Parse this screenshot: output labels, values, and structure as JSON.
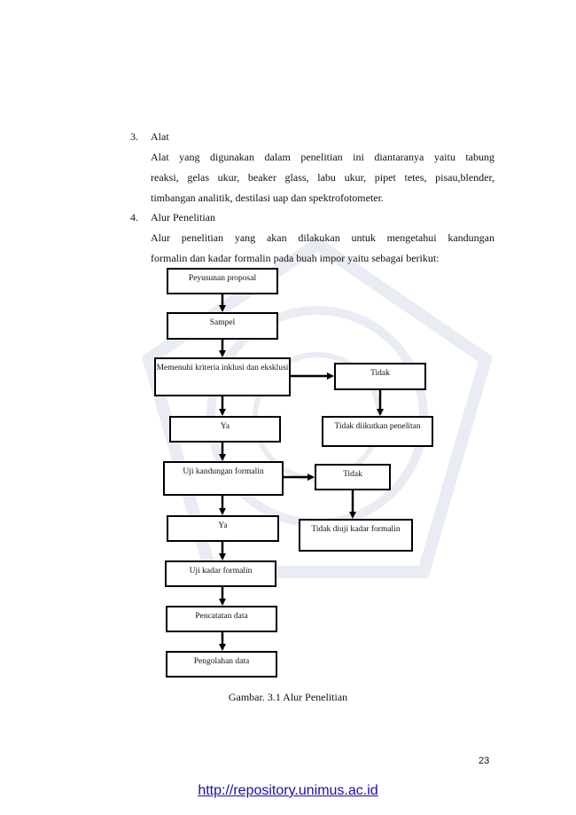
{
  "section3": {
    "number": "3.",
    "heading": "Alat",
    "lines": [
      "Alat yang digunakan dalam penelitian ini diantaranya yaitu tabung",
      "reaksi, gelas ukur, beaker glass, labu ukur, pipet tetes, pisau,blender,",
      "timbangan analitik, destilasi uap dan spektrofotometer."
    ]
  },
  "section4": {
    "number": "4.",
    "heading": "Alur Penelitian",
    "lines": [
      "Alur penelitian yang akan dilakukan untuk mengetahui kandungan",
      "formalin dan kadar formalin pada buah impor yaitu sebagai berikut:"
    ]
  },
  "flowchart": {
    "proposal": "Peyusunan proposal",
    "sampel": "Sampel",
    "kriteria": "Memenuhi kriteria inklusi dan eksklusi",
    "tidak1": "Tidak",
    "tidak_diikutkan": "Tidak diikutkan penelitan",
    "ya1": "Ya",
    "uji_kandungan": "Uji kandungan formalin",
    "tidak2": "Tidak",
    "ya2": "Ya",
    "tidak_diuji": "Tidak diuji kadar formalin",
    "uji_kadar": "Uji kadar formalin",
    "pencatatan": "Pencatatan data",
    "pengolahan": "Pengolahan data"
  },
  "caption": "Gambar. 3.1 Alur Penelitian",
  "page_number": "23",
  "footer_url": "http://repository.unimus.ac.id"
}
